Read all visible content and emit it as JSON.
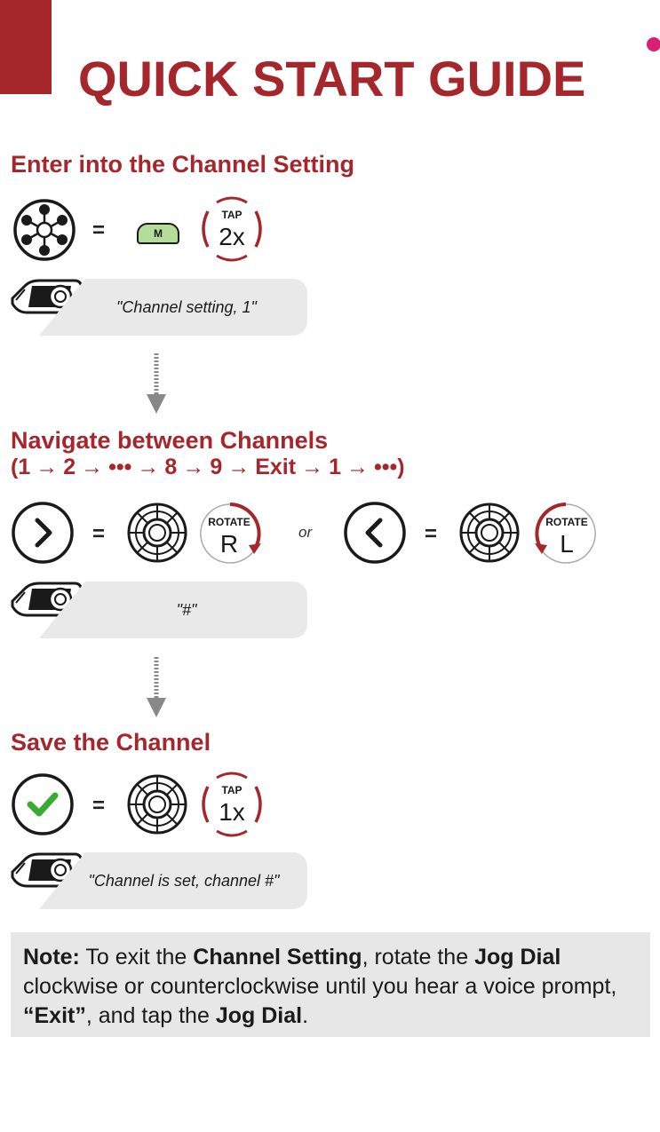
{
  "header": {
    "title": "QUICK START GUIDE",
    "colors": {
      "brand_red": "#a5272c",
      "accent_pink": "#d81f73",
      "mode_button_green": "#b5dd9a"
    }
  },
  "section1": {
    "heading": "Enter into the Channel Setting",
    "equals": "=",
    "m_button_label": "M",
    "tap_label": "TAP",
    "tap_count": "2x",
    "voice_prompt": "\"Channel setting, 1\"",
    "icons": [
      "mesh-intercom-icon",
      "m-button-icon",
      "tap-twice-icon",
      "headset-icon"
    ]
  },
  "section2": {
    "heading": "Navigate between Channels",
    "sequence": [
      "(1",
      "→",
      "2",
      "→",
      "•••",
      "→",
      "8",
      "→",
      "9",
      "→",
      "Exit",
      "→",
      "1",
      "→",
      "•••)"
    ],
    "equals": "=",
    "or_label": "or",
    "rotate_label": "ROTATE",
    "rotate_right": "R",
    "rotate_left": "L",
    "voice_prompt": "\"#\"",
    "icons": [
      "next-chevron-icon",
      "jog-dial-icon",
      "rotate-right-icon",
      "previous-chevron-icon",
      "rotate-left-icon",
      "headset-icon"
    ]
  },
  "section3": {
    "heading": "Save the Channel",
    "equals": "=",
    "tap_label": "TAP",
    "tap_count": "1x",
    "voice_prompt": "\"Channel is set, channel #\"",
    "icons": [
      "checkmark-icon",
      "jog-dial-icon",
      "tap-once-icon",
      "headset-icon"
    ],
    "check_color": "#3aaa35"
  },
  "note": {
    "label": "Note:",
    "t1": " To exit the ",
    "b1": "Channel Setting",
    "t2": ", rotate the ",
    "b2": "Jog Dial",
    "t3": " clockwise or counterclockwise until you hear a voice prompt, ",
    "b3": "“Exit”",
    "t4": ", and tap the ",
    "b4": "Jog Dial",
    "t5": "."
  }
}
